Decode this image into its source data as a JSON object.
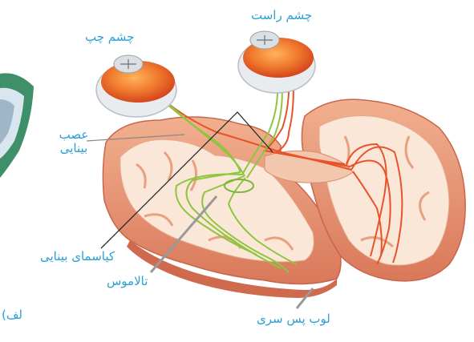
{
  "labels": {
    "left_eye": "چشم چپ",
    "right_eye": "چشم راست",
    "optic_nerve_line1": "عصب",
    "optic_nerve_line2": "بینایی",
    "optic_chiasm": "کیاسمای بینایی",
    "thalamus": "تالاموس",
    "occipital_lobe": "لوب پس سری",
    "figure_tag": "لف)"
  },
  "colors": {
    "label": "#2a9fd6",
    "left_pathway": "#8cc63f",
    "right_pathway": "#e8532a",
    "brain_outer": "#e79a79",
    "brain_inner": "#fbe7d8",
    "eye_iris": "#f07a2e",
    "leader_line": "#222222"
  },
  "icons": [
    "eye-icon",
    "brain-section-illustration",
    "device-edge-illustration"
  ]
}
